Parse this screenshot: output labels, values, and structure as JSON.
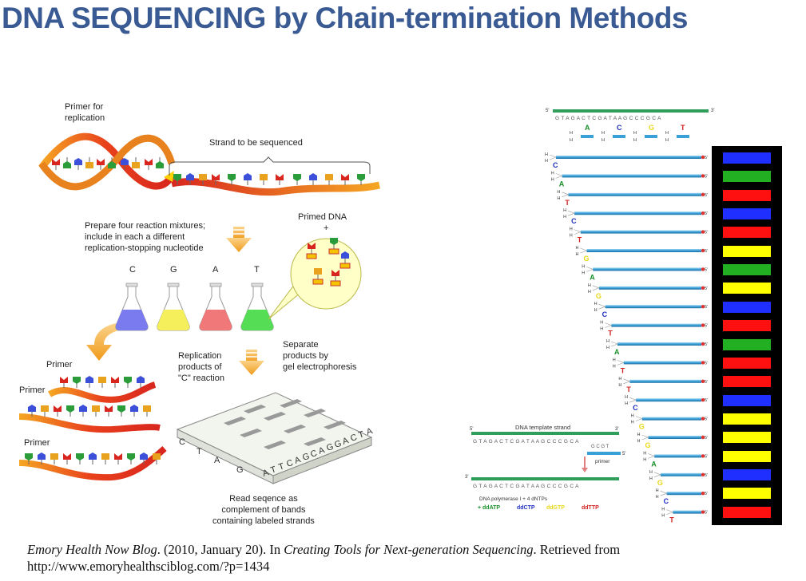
{
  "title": "DNA SEQUENCING by Chain-termination Methods",
  "left": {
    "primer_for_replication": [
      "Primer for",
      "replication"
    ],
    "strand_to_be_sequenced": "Strand to be sequenced",
    "prepare_text": [
      "Prepare four reaction mixtures;",
      "include in each a different",
      "replication-stopping nucleotide"
    ],
    "primed_dna": "Primed DNA",
    "plus": "+",
    "flask_labels": [
      "C",
      "G",
      "A",
      "T"
    ],
    "primer_labels": [
      "Primer",
      "Primer",
      "Primer"
    ],
    "replication_products": [
      "Replication",
      "products of",
      "\"C\" reaction"
    ],
    "separate_products": [
      "Separate",
      "products by",
      "gel electrophoresis"
    ],
    "gel_left_letters": [
      "C",
      "T",
      "A",
      "G"
    ],
    "gel_sequence": "ATTCAGCAGGACTA",
    "read_sequence": [
      "Read seqence as",
      "complement of bands",
      "containing labeled strands"
    ]
  },
  "right": {
    "top_strand_seq": "G T A G A C T C G A T A A G C C C G C A",
    "five_prime": "5'",
    "three_prime": "3'",
    "ddntp_letters": [
      "A",
      "C",
      "G",
      "T"
    ],
    "h": "H",
    "ladder_letters": [
      "C",
      "A",
      "T",
      "C",
      "T",
      "G",
      "A",
      "G",
      "C",
      "T",
      "A",
      "T",
      "T",
      "C",
      "G",
      "G",
      "A",
      "G",
      "C",
      "T"
    ],
    "template_label": "DNA template strand",
    "template_seq": "G T A G A C T C G A T A A G C C C G C A",
    "primer_seq": "G C G T",
    "primer_word": "primer",
    "bottom_seq": "G T A G A C T C G A T A A G C C C G C A",
    "polymerase_line": "DNA polymerase I + 4 dNTPs",
    "legend": [
      {
        "text": "+ ddATP",
        "color": "#1a8f2a"
      },
      {
        "text": "ddCTP",
        "color": "#1f2fbf"
      },
      {
        "text": "ddGTP",
        "color": "#e8d81a"
      },
      {
        "text": "ddTTP",
        "color": "#d02020"
      }
    ],
    "gel_bands": [
      "#1f2fff",
      "#22b022",
      "#ff1010",
      "#1f2fff",
      "#ff1010",
      "#ffff00",
      "#22b022",
      "#ffff00",
      "#1f2fff",
      "#ff1010",
      "#22b022",
      "#ff1010",
      "#ff1010",
      "#1f2fff",
      "#ffff00",
      "#ffff00",
      "#ffff00",
      "#1f2fff",
      "#ffff00",
      "#ff1010"
    ]
  },
  "citation": {
    "author": "Emory Health Now Blog",
    "date": ". (2010, January 20). In ",
    "work": "Creating Tools for Next-generation Sequencing",
    "retrieved": ". Retrieved from",
    "url": "http://www.emoryhealthsciblog.com/?p=1434"
  },
  "colors": {
    "title": "#3a5a93",
    "ribbon_red": "#d8261e",
    "ribbon_orange": "#f5a623",
    "strand_blue": "#3aa0d8",
    "strand_green": "#2e9e5a",
    "arrow_orange": "#f4a62a",
    "flask_C": "#7b7bf0",
    "flask_G": "#f4ef5a",
    "flask_A": "#f07878",
    "flask_T": "#55dd55"
  }
}
